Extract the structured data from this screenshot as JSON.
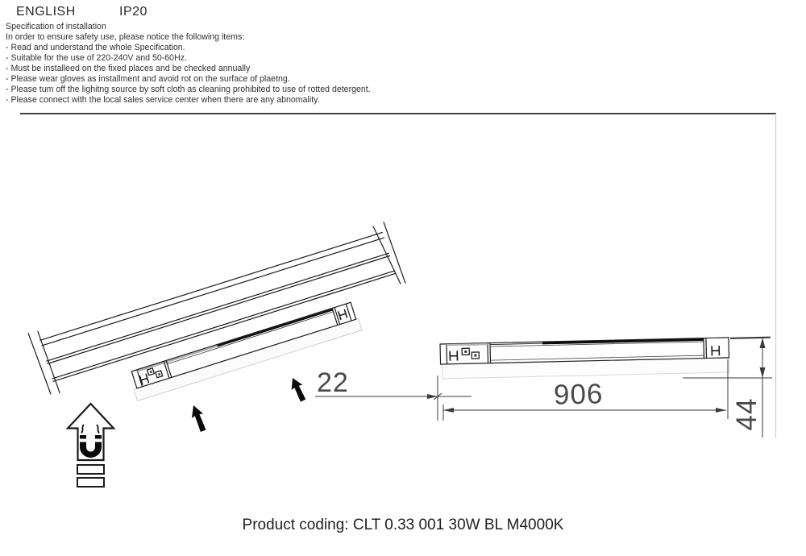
{
  "header": {
    "language": "ENGLISH",
    "ip_rating": "IP20"
  },
  "specification": {
    "title": "Specification of installation",
    "intro": "In order to ensure safety use, please notice the following items:",
    "items": [
      "- Read and understand the whole Specification.",
      "- Suitable for the use of 220-240V and 50-60Hz.",
      "- Must be installeed on the fixed places and be checked annually",
      "- Please wear gloves as installment and avoid rot on the surface of plaetng.",
      "- Please tum off the lighitng source by soft cloth as cleaning prohibited to use of rotted detergent.",
      "- Please connect with the local sales service center when there are any abnomality."
    ]
  },
  "diagram": {
    "description": "Magnetic track light installation drawing",
    "icons": [
      "magnet-up-arrow-icon",
      "install-direction-arrow-icon"
    ],
    "dimensions": {
      "connector_width_mm": "22",
      "length_mm": "906",
      "height_mm": "44"
    }
  },
  "footer": {
    "product_coding": "Product coding: CLT 0.33 001 30W BL M4000K"
  },
  "colors": {
    "line": "#1a1a1a",
    "dimension_text": "#4a4a4a",
    "rule": "#3f3f3f",
    "light_gray": "#cccccc"
  }
}
